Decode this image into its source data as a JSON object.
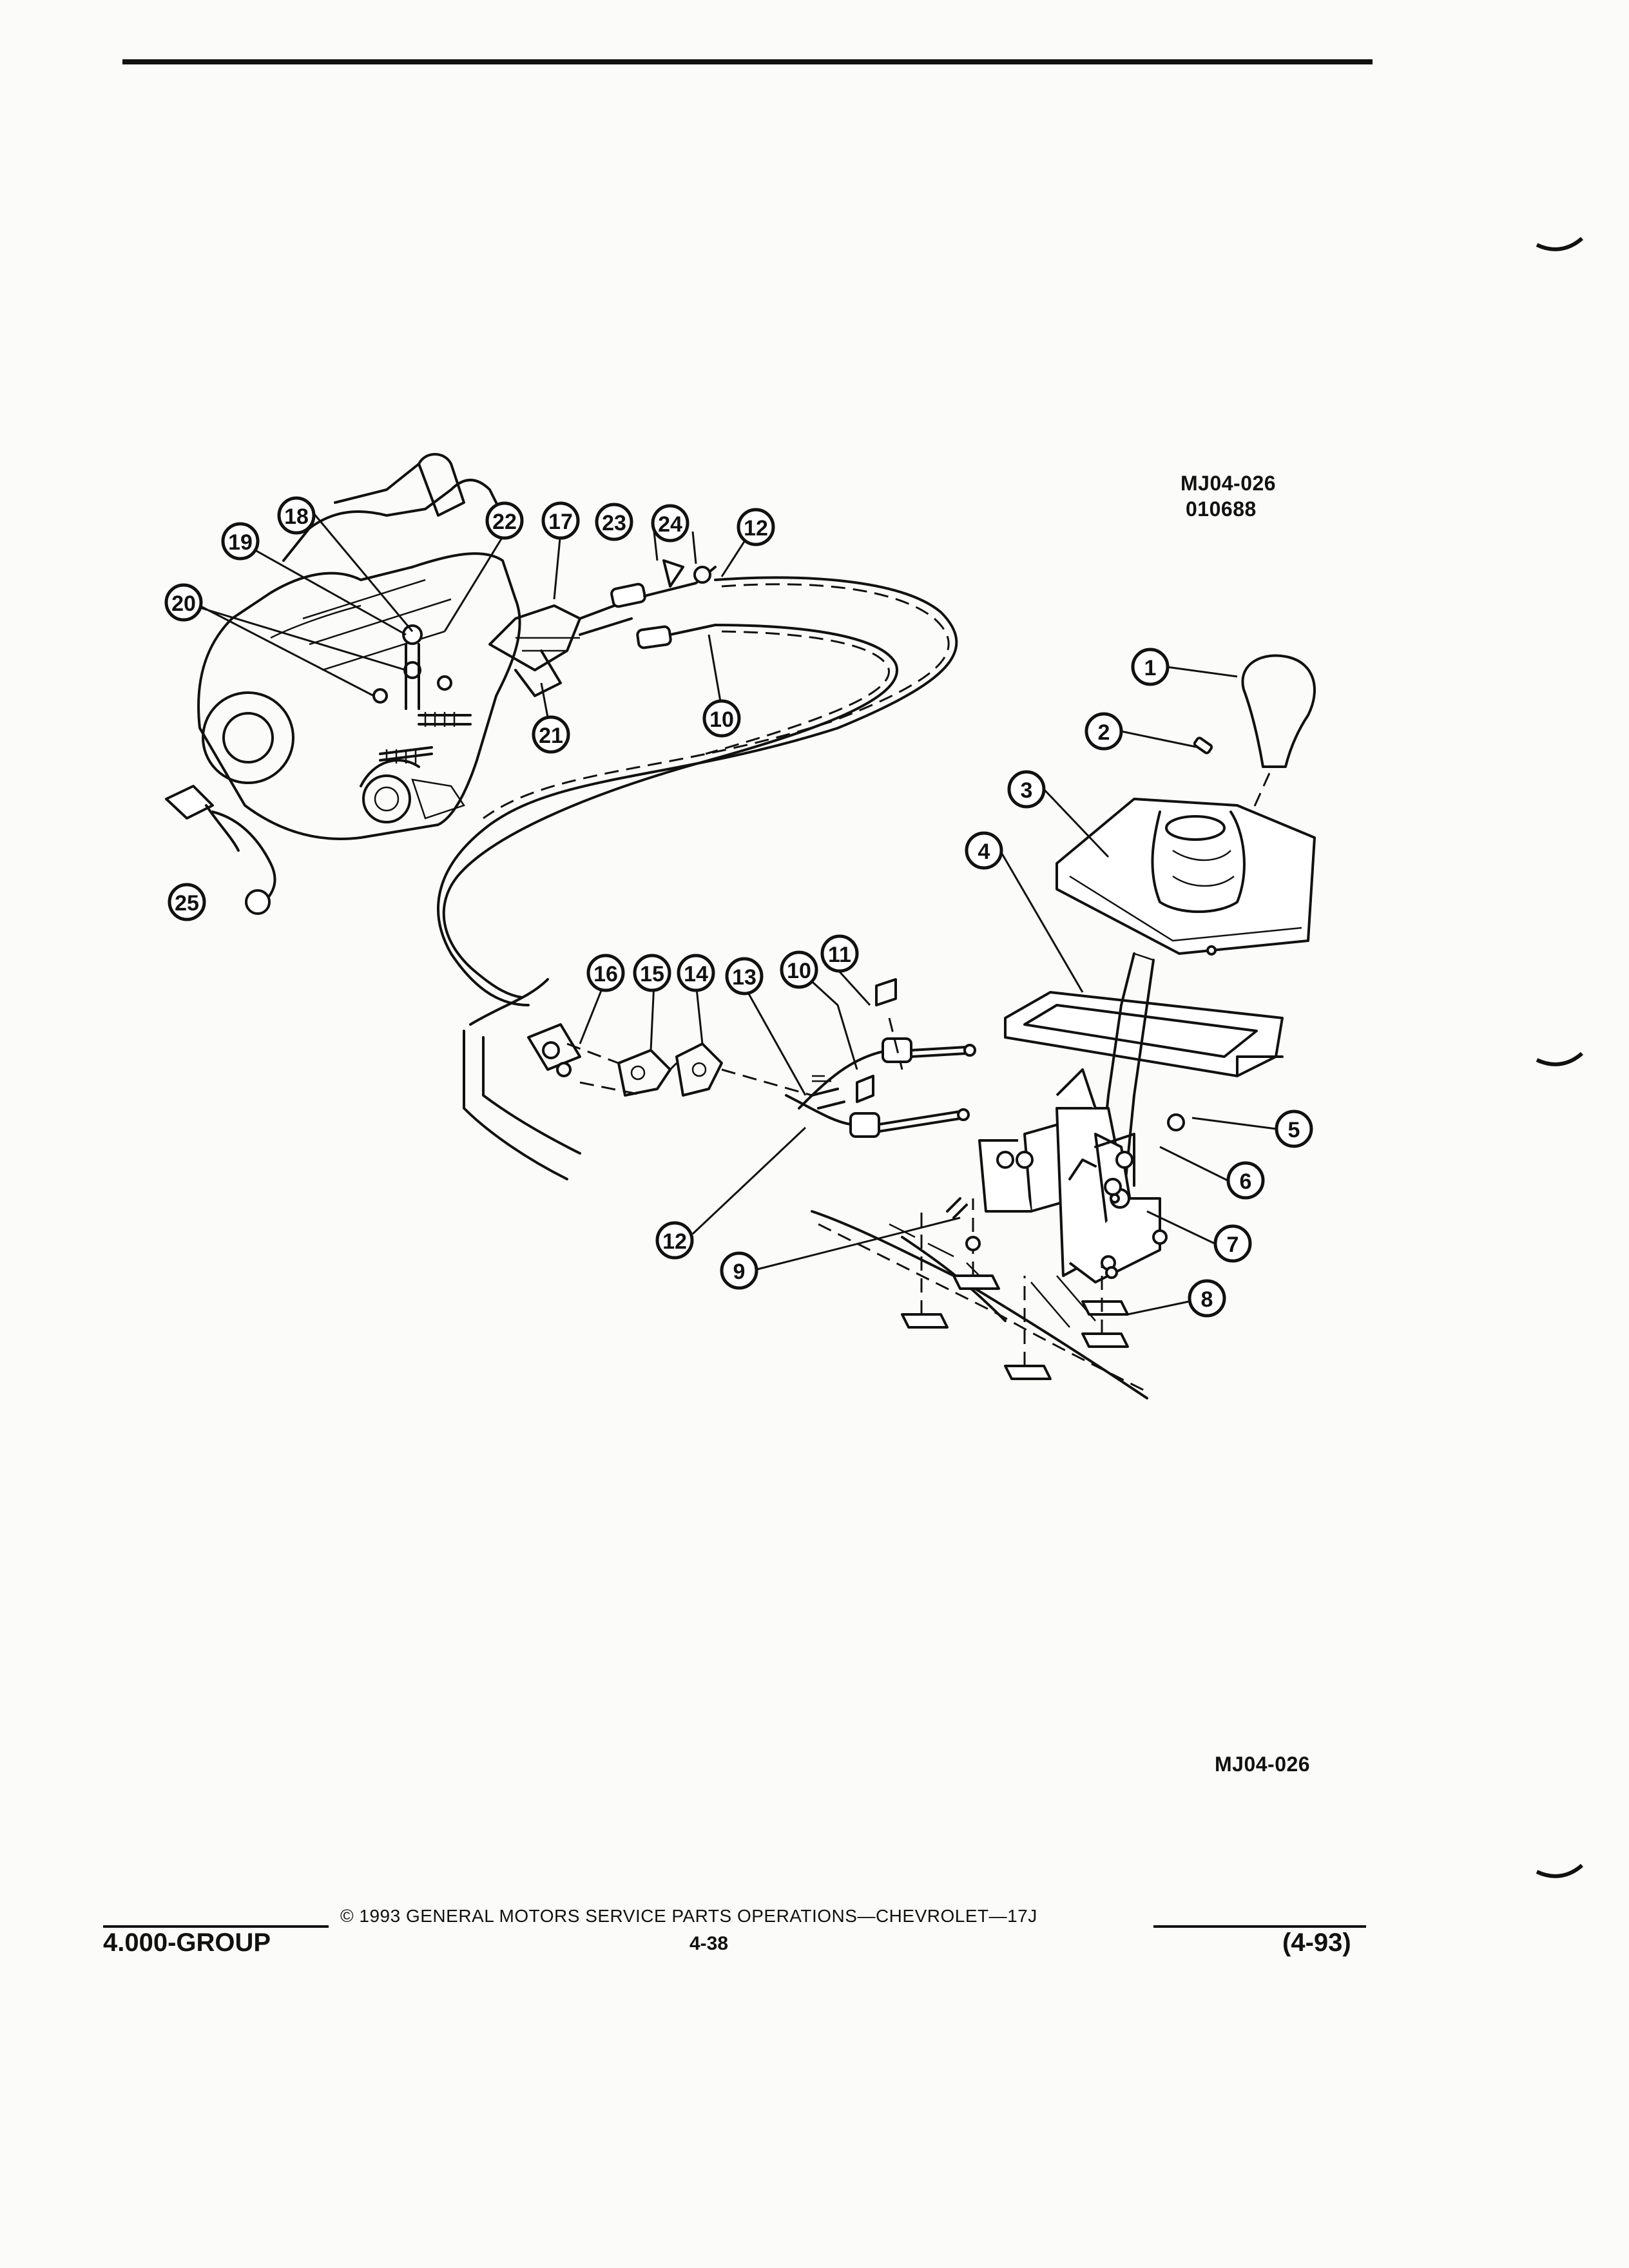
{
  "header": {
    "figure_code": "MJ04-026",
    "figure_date": "010688"
  },
  "figure": {
    "bottom_code": "MJ04-026",
    "callouts": [
      {
        "id": "1",
        "label": "1"
      },
      {
        "id": "2",
        "label": "2"
      },
      {
        "id": "3",
        "label": "3"
      },
      {
        "id": "4",
        "label": "4"
      },
      {
        "id": "5",
        "label": "5"
      },
      {
        "id": "6",
        "label": "6"
      },
      {
        "id": "7",
        "label": "7"
      },
      {
        "id": "8",
        "label": "8"
      },
      {
        "id": "9",
        "label": "9"
      },
      {
        "id": "10a",
        "label": "10"
      },
      {
        "id": "10b",
        "label": "10"
      },
      {
        "id": "11",
        "label": "11"
      },
      {
        "id": "12a",
        "label": "12"
      },
      {
        "id": "12b",
        "label": "12"
      },
      {
        "id": "13",
        "label": "13"
      },
      {
        "id": "14",
        "label": "14"
      },
      {
        "id": "15",
        "label": "15"
      },
      {
        "id": "16",
        "label": "16"
      },
      {
        "id": "17",
        "label": "17"
      },
      {
        "id": "18",
        "label": "18"
      },
      {
        "id": "19",
        "label": "19"
      },
      {
        "id": "20",
        "label": "20"
      },
      {
        "id": "21",
        "label": "21"
      },
      {
        "id": "22",
        "label": "22"
      },
      {
        "id": "23",
        "label": "23"
      },
      {
        "id": "24",
        "label": "24"
      },
      {
        "id": "25",
        "label": "25"
      }
    ]
  },
  "footer": {
    "group": "4.000-GROUP",
    "copyright": "© 1993 GENERAL MOTORS SERVICE PARTS OPERATIONS—CHEVROLET—17J",
    "page": "4-38",
    "revision": "(4-93)"
  }
}
